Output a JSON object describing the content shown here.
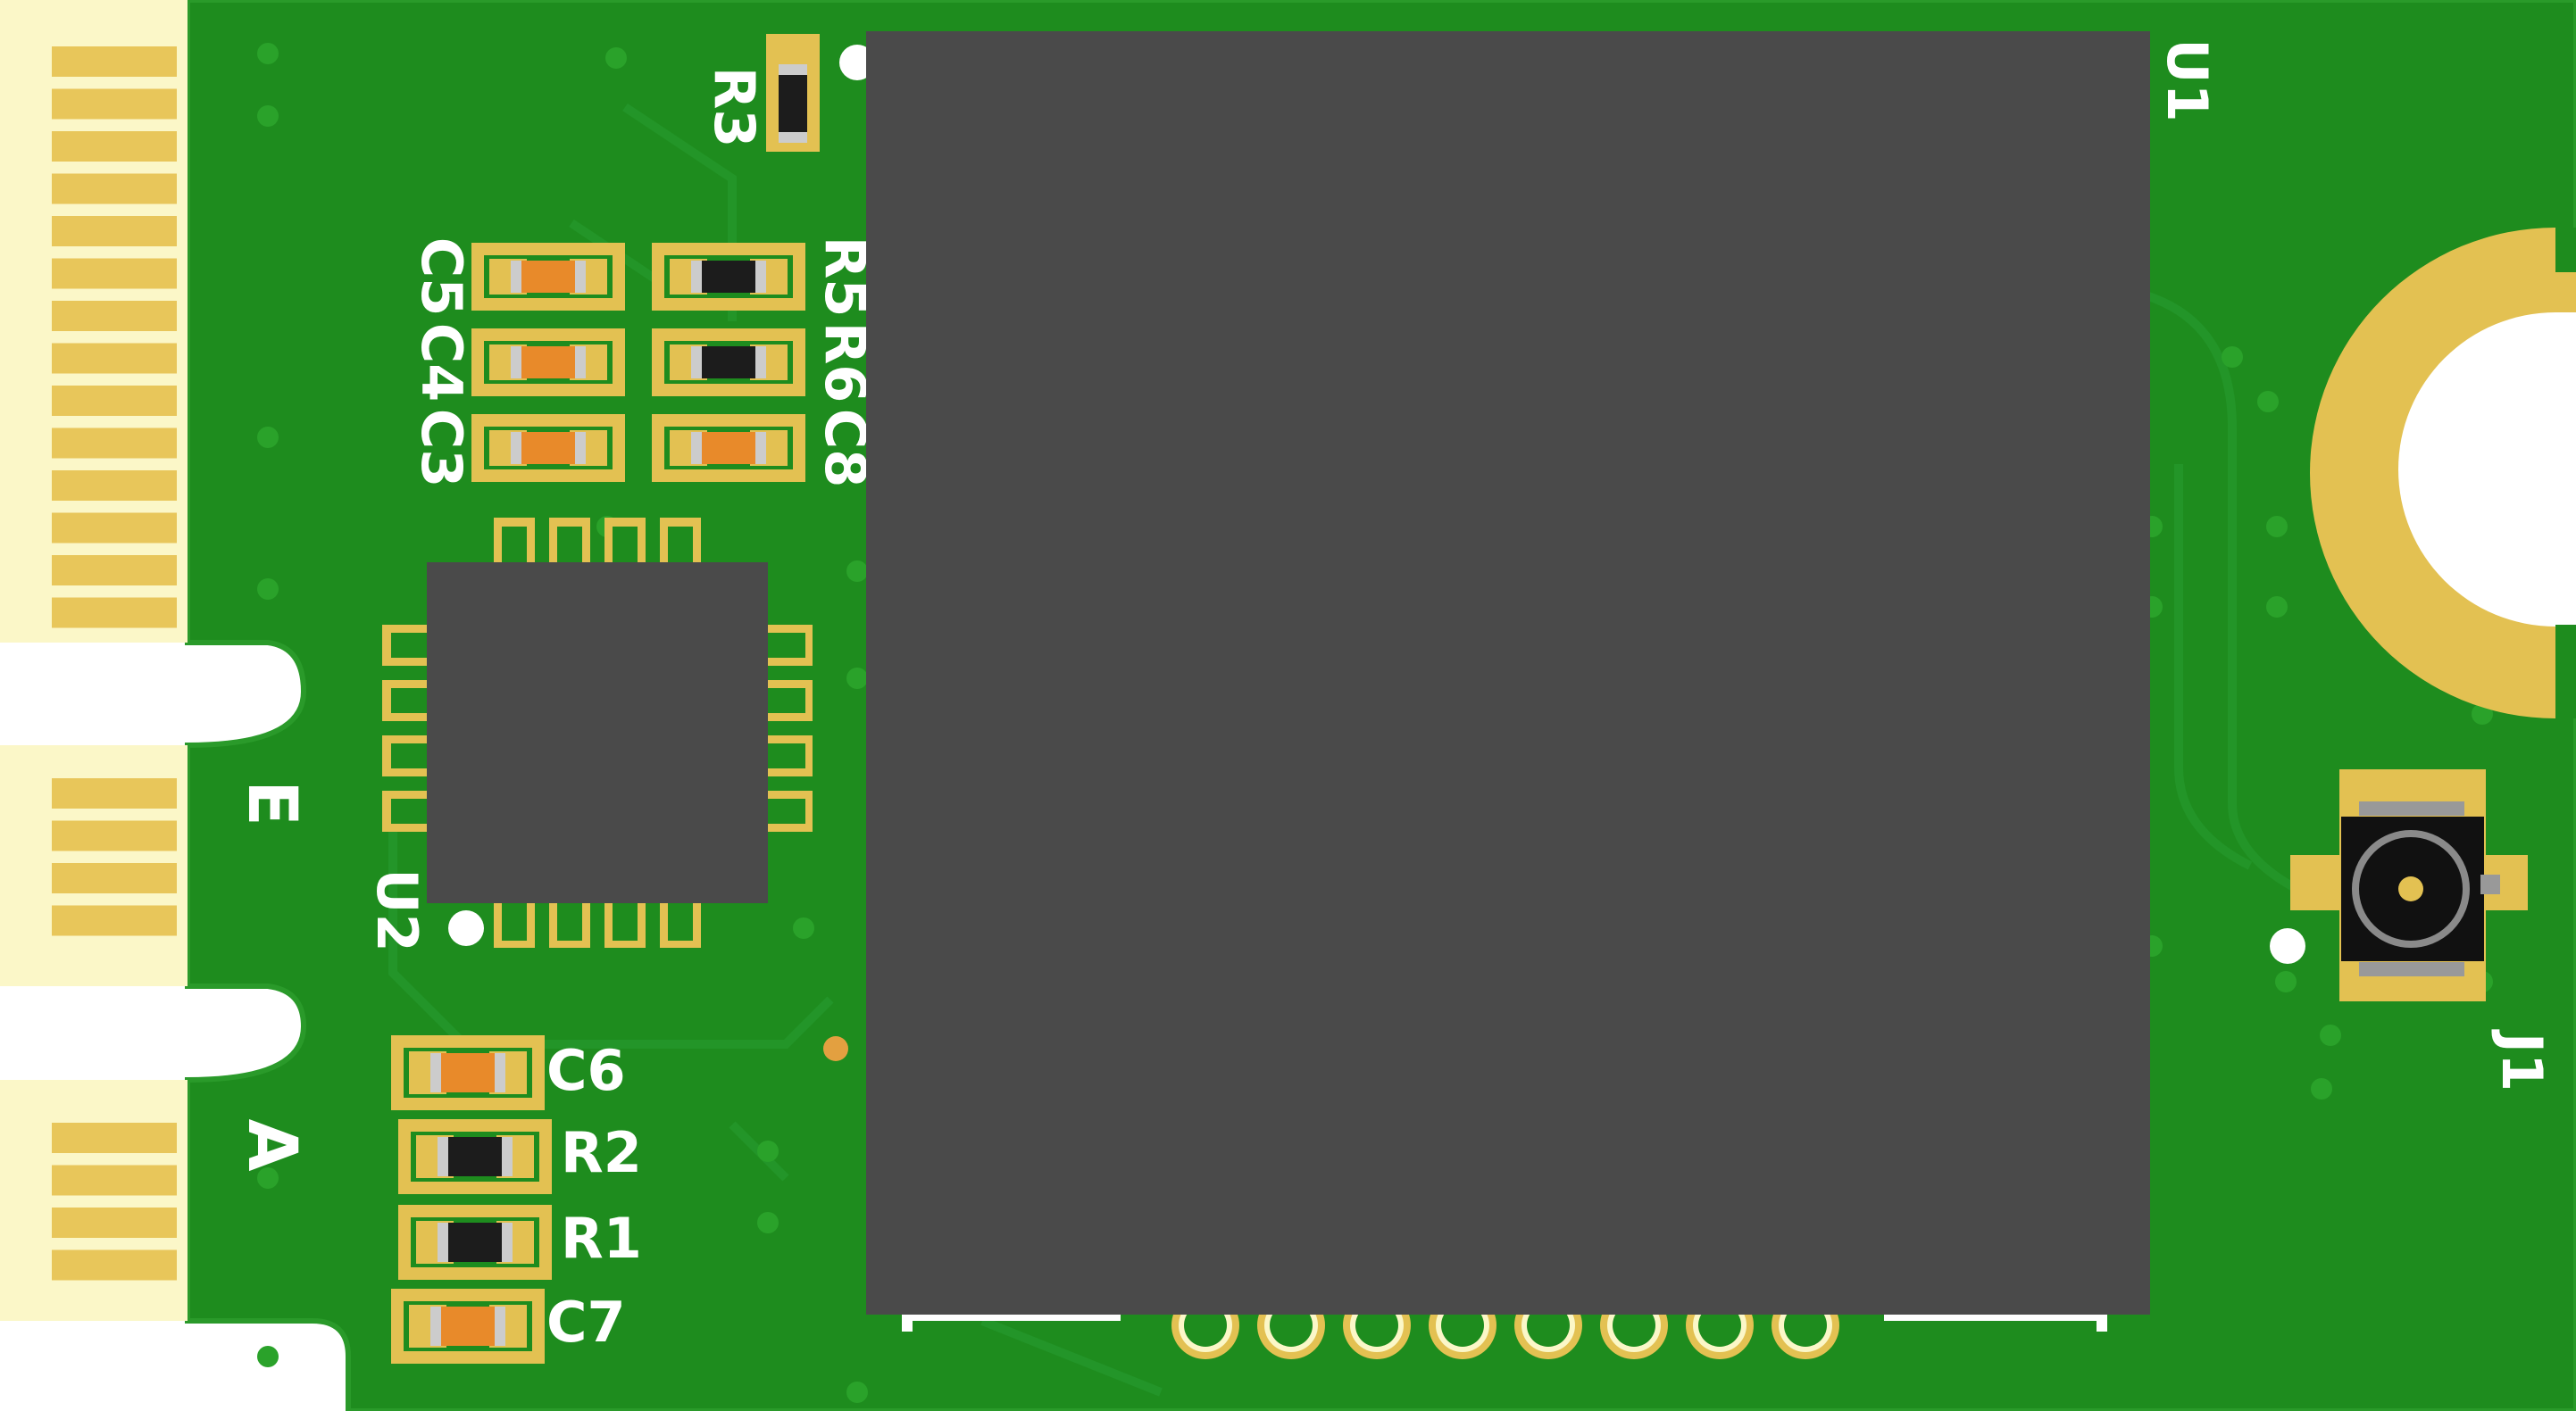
{
  "colors": {
    "background": "#ffffff",
    "pcb": "#1e8c1e",
    "pcb_edge": "#2a9a2a",
    "gold": "#e3c152",
    "finger_gold": "#e8c65a",
    "finger_bg": "#fbf7c8",
    "ic_body": "#4a4a4a",
    "cap_body": "#e88a2a",
    "res_body": "#1c1c1c",
    "silkscreen": "#ffffff",
    "connector_body": "#111111"
  },
  "edge_connector": {
    "key_labels": [
      "E",
      "A"
    ]
  },
  "components": {
    "U1": "U1",
    "U2": "U2",
    "J1": "J1",
    "R1": "R1",
    "R2": "R2",
    "R3": "R3",
    "R5": "R5",
    "R6": "R6",
    "C3": "C3",
    "C4": "C4",
    "C5": "C5",
    "C6": "C6",
    "C7": "C7",
    "C8": "C8"
  }
}
